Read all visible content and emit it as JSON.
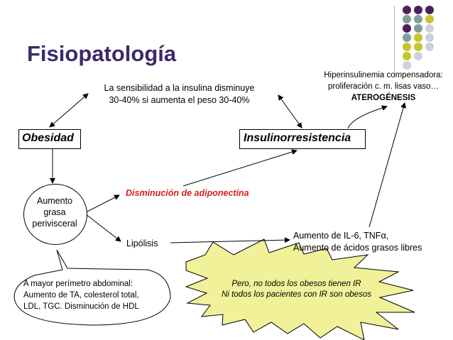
{
  "title": "Fisiopatología",
  "nodes": {
    "obesidad": "Obesidad",
    "insulinorresistencia": "Insulinorresistencia",
    "sensibilidad_line1": "La sensibilidad a la insulina disminuye",
    "sensibilidad_line2": "30-40% si aumenta el peso 30-40%",
    "hiper_line1": "Hiperinsulinemia compensadora:",
    "hiper_line2": "proliferación c. m. lisas vaso…",
    "hiper_line3": "ATEROGÉNESIS",
    "aumento_line1": "Aumento",
    "aumento_line2": "grasa",
    "aumento_line3": "perivisceral",
    "adiponectina": "Disminución de adiponectina",
    "lipolisis": "Lipólisis",
    "il6_line1": "Aumento de IL-6, TNFα,",
    "il6_line2": "Aumento de ácidos grasos libres",
    "bubble_line1": "A mayor perímetro abdominal:",
    "bubble_line2": "Aumento de TA, colesterol total,",
    "bubble_line3": "LDL, TGC. Disminución de HDL",
    "star_line1": "Pero, no todos los obesos tienen IR",
    "star_line2": "Ni todos los pacientes con IR son obesos"
  },
  "colors": {
    "title": "#3b2a6b",
    "accent_red": "#d42020",
    "star_fill": "#f1f19a",
    "dot_purple": "#4b1f5e",
    "dot_teal": "#7f9f9c",
    "dot_olive": "#c6c62c",
    "dot_lavender": "#d0cfe0"
  },
  "decoration_dots": [
    [
      "purple",
      "purple",
      "purple"
    ],
    [
      "teal",
      "teal",
      "olive"
    ],
    [
      "purple",
      "teal",
      "lavender"
    ],
    [
      "teal",
      "olive",
      "lavender"
    ],
    [
      "olive",
      "olive",
      "lavender"
    ],
    [
      "olive",
      "lavender",
      "none"
    ],
    [
      "lavender",
      "none",
      "none"
    ]
  ]
}
